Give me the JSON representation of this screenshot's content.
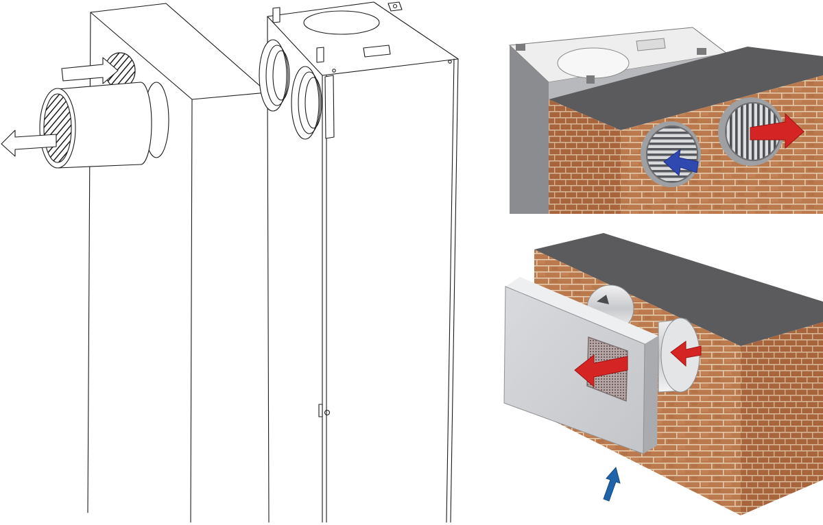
{
  "diagram": {
    "left_panel": {
      "components": [
        "ventilation-unit",
        "air-duct-adapter",
        "louvred-grille",
        "airflow-arrow"
      ]
    },
    "top_right_panel": {
      "components": [
        "brick-wall",
        "round-grille",
        "supply-airflow-arrow",
        "exhaust-airflow-arrow"
      ]
    },
    "bottom_right_panel": {
      "components": [
        "brick-wall",
        "wall-terminal-box",
        "square-grille",
        "airflow-arrow"
      ]
    }
  },
  "colors": {
    "brick": "#b9754a",
    "brick_light": "#c98a5e",
    "mortar": "#e2c7a8",
    "wall_top": "#5c5c5c",
    "metal": "#d2d3d5",
    "metal_dark": "#a9abae",
    "exhaust_arrow": "#d42424",
    "supply_arrow": "#2f49b0",
    "inlet_arrow": "#1f63a8"
  }
}
